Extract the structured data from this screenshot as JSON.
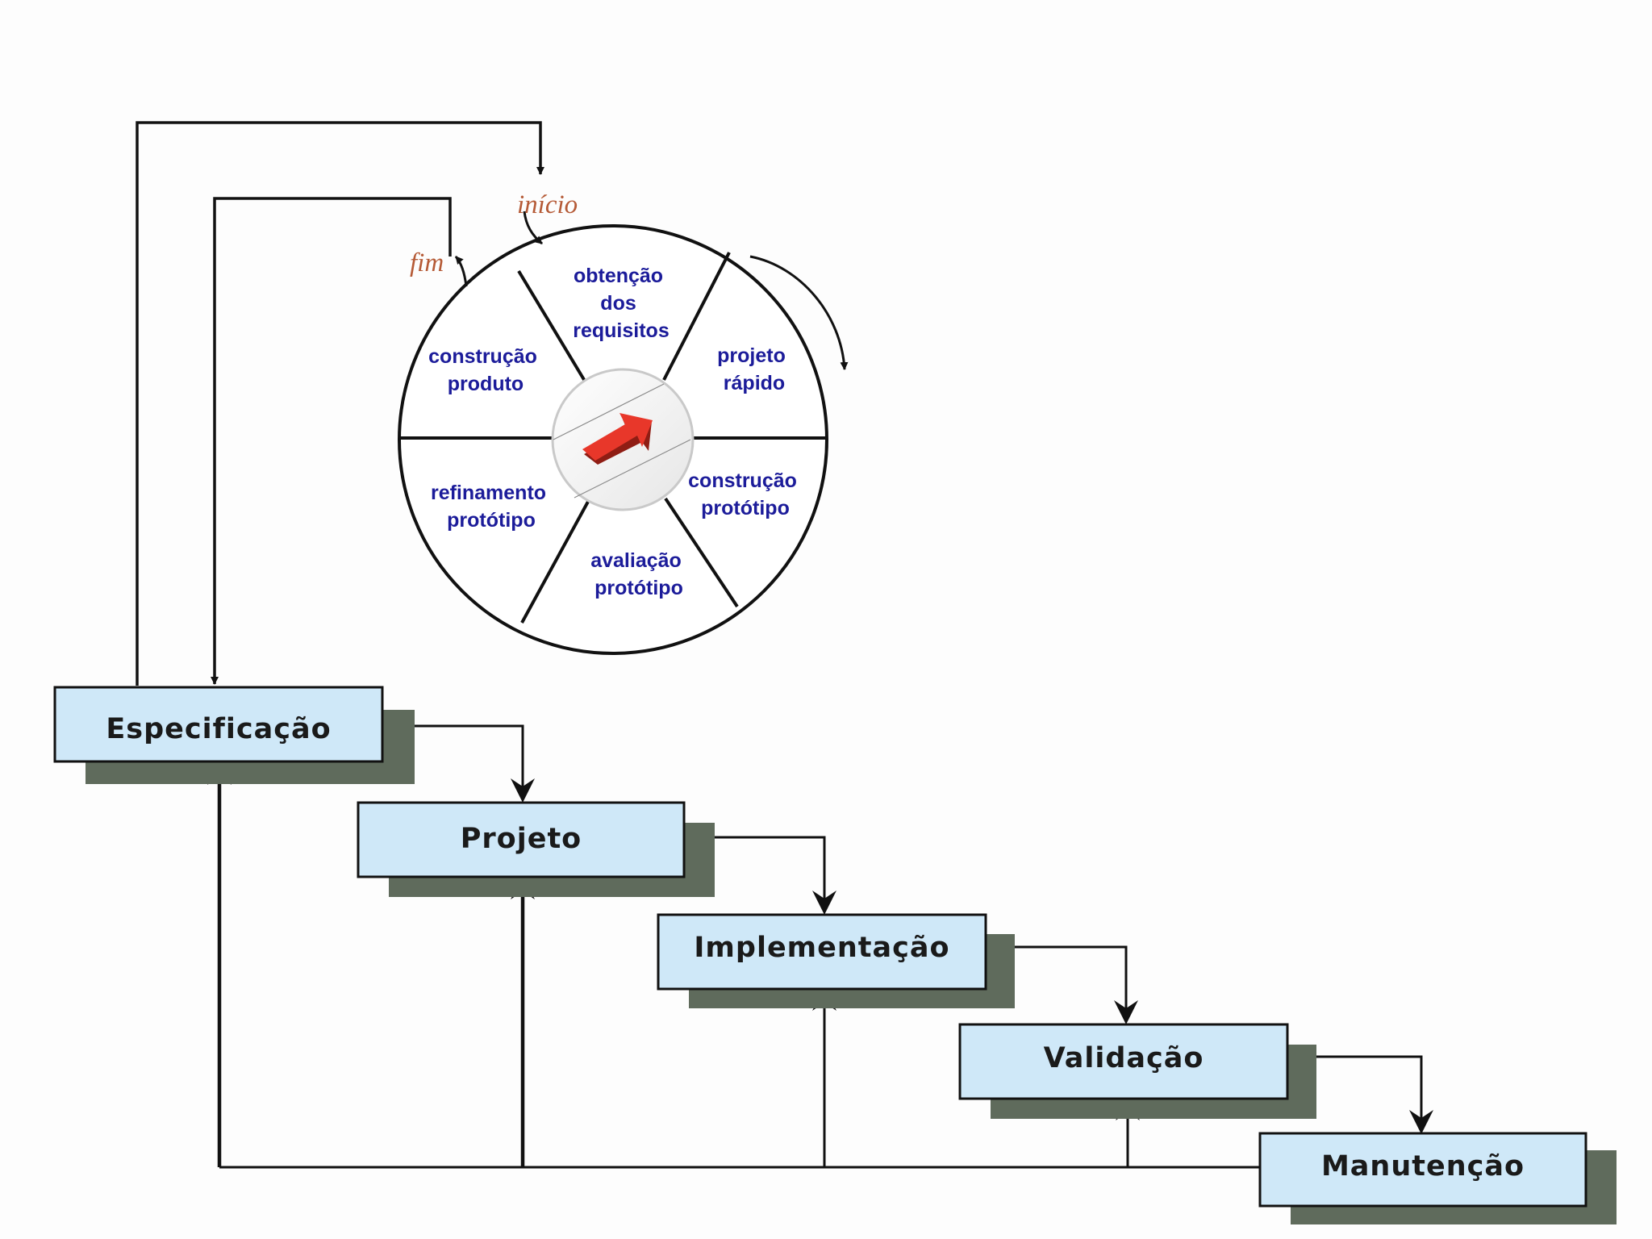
{
  "wheel": {
    "start_label": "início",
    "end_label": "fim",
    "segments": [
      {
        "id": "obtencao",
        "lines": [
          "obtenção",
          "dos",
          "requisitos"
        ]
      },
      {
        "id": "projeto-rapido",
        "lines": [
          "projeto",
          "rápido"
        ]
      },
      {
        "id": "construcao-prototipo",
        "lines": [
          "construção",
          "protótipo"
        ]
      },
      {
        "id": "avaliacao",
        "lines": [
          "avaliação",
          "protótipo"
        ]
      },
      {
        "id": "refinamento",
        "lines": [
          "refinamento",
          "protótipo"
        ]
      },
      {
        "id": "construcao-produto",
        "lines": [
          "construção",
          "produto"
        ]
      }
    ],
    "center_icon": "red-arrow-icon"
  },
  "stages": [
    {
      "id": "especificacao",
      "label": "Especificação"
    },
    {
      "id": "projeto",
      "label": "Projeto"
    },
    {
      "id": "implementacao",
      "label": "Implementação"
    },
    {
      "id": "validacao",
      "label": "Validação"
    },
    {
      "id": "manutencao",
      "label": "Manutenção"
    }
  ],
  "colors": {
    "box_fill": "#cfe8f8",
    "box_shadow": "#5f6b5c",
    "segment_text": "#1c1c9a",
    "marker_text": "#b55a36",
    "arrow_red": "#e8372a"
  }
}
